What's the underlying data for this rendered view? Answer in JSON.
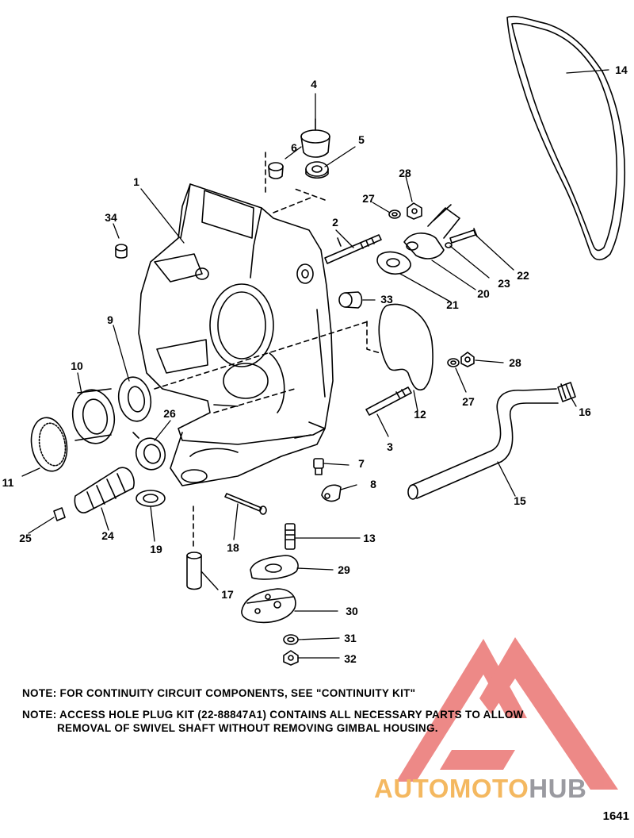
{
  "callouts": [
    {
      "id": "1",
      "label": "1"
    },
    {
      "id": "2",
      "label": "2"
    },
    {
      "id": "3",
      "label": "3"
    },
    {
      "id": "4",
      "label": "4"
    },
    {
      "id": "5",
      "label": "5"
    },
    {
      "id": "6",
      "label": "6"
    },
    {
      "id": "7",
      "label": "7"
    },
    {
      "id": "8",
      "label": "8"
    },
    {
      "id": "9",
      "label": "9"
    },
    {
      "id": "10",
      "label": "10"
    },
    {
      "id": "11",
      "label": "11"
    },
    {
      "id": "12",
      "label": "12"
    },
    {
      "id": "13",
      "label": "13"
    },
    {
      "id": "14",
      "label": "14"
    },
    {
      "id": "15",
      "label": "15"
    },
    {
      "id": "16",
      "label": "16"
    },
    {
      "id": "17",
      "label": "17"
    },
    {
      "id": "18",
      "label": "18"
    },
    {
      "id": "19",
      "label": "19"
    },
    {
      "id": "20",
      "label": "20"
    },
    {
      "id": "21",
      "label": "21"
    },
    {
      "id": "22",
      "label": "22"
    },
    {
      "id": "23",
      "label": "23"
    },
    {
      "id": "24",
      "label": "24"
    },
    {
      "id": "25",
      "label": "25"
    },
    {
      "id": "26",
      "label": "26"
    },
    {
      "id": "27a",
      "label": "27"
    },
    {
      "id": "27b",
      "label": "27"
    },
    {
      "id": "28a",
      "label": "28"
    },
    {
      "id": "28b",
      "label": "28"
    },
    {
      "id": "29",
      "label": "29"
    },
    {
      "id": "30",
      "label": "30"
    },
    {
      "id": "31",
      "label": "31"
    },
    {
      "id": "32",
      "label": "32"
    },
    {
      "id": "33",
      "label": "33"
    },
    {
      "id": "34",
      "label": "34"
    }
  ],
  "notes": {
    "note1": "NOTE:  FOR CONTINUITY CIRCUIT COMPONENTS, SEE \"CONTINUITY KIT\"",
    "note2_line1": "NOTE:  ACCESS HOLE PLUG KIT (22-88847A1) CONTAINS ALL NECESSARY PARTS TO ALLOW",
    "note2_line2": "REMOVAL OF SWIVEL SHAFT WITHOUT REMOVING GIMBAL HOUSING."
  },
  "watermark": {
    "text_part1": "AUTOMOTO",
    "text_part2": "HUB",
    "color_primary": "#f4b860",
    "color_secondary": "#9a9aa0",
    "triangle_color": "#e8625f"
  },
  "figure_number": "1641"
}
